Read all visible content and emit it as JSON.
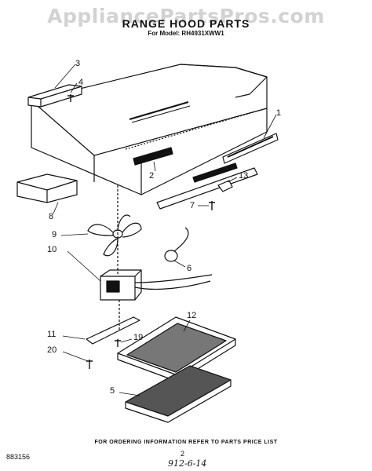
{
  "watermark": "AppliancePartsPros.com",
  "title": "RANGE HOOD PARTS",
  "subtitle": "For Model: RH4931XWW1",
  "callouts": {
    "c1": "1",
    "c2": "2",
    "c3": "3",
    "c4": "4",
    "c5": "5",
    "c6": "6",
    "c7": "7",
    "c8": "8",
    "c9": "9",
    "c10": "10",
    "c11": "11",
    "c12": "12",
    "c13": "13",
    "c19": "19",
    "c20": "20"
  },
  "footer_note": "FOR ORDERING INFORMATION REFER TO PARTS PRICE LIST",
  "doc_number": "883156",
  "page_number": "2",
  "handwritten_note": "912-6-14"
}
